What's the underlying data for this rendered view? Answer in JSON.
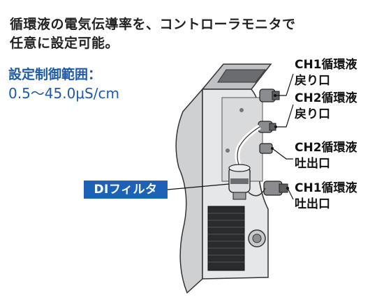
{
  "description": {
    "line1": "循環液の電気伝導率を、コントローラモニタで",
    "line2": "任意に設定可能。"
  },
  "range": {
    "title": "設定制御範囲：",
    "value": "0.5〜45.0μS/cm"
  },
  "callouts": {
    "ch1_return": {
      "line1": "CH1循環液",
      "line2": "戻り口"
    },
    "ch2_return": {
      "line1": "CH2循環液",
      "line2": "戻り口"
    },
    "ch2_outlet": {
      "line1": "CH2循環液",
      "line2": "吐出口"
    },
    "ch1_outlet": {
      "line1": "CH1循環液",
      "line2": "吐出口"
    },
    "di_filter": "DIフィルタ"
  },
  "colors": {
    "accent_blue": "#1c63b7",
    "range_text": "#1e5aa8"
  }
}
